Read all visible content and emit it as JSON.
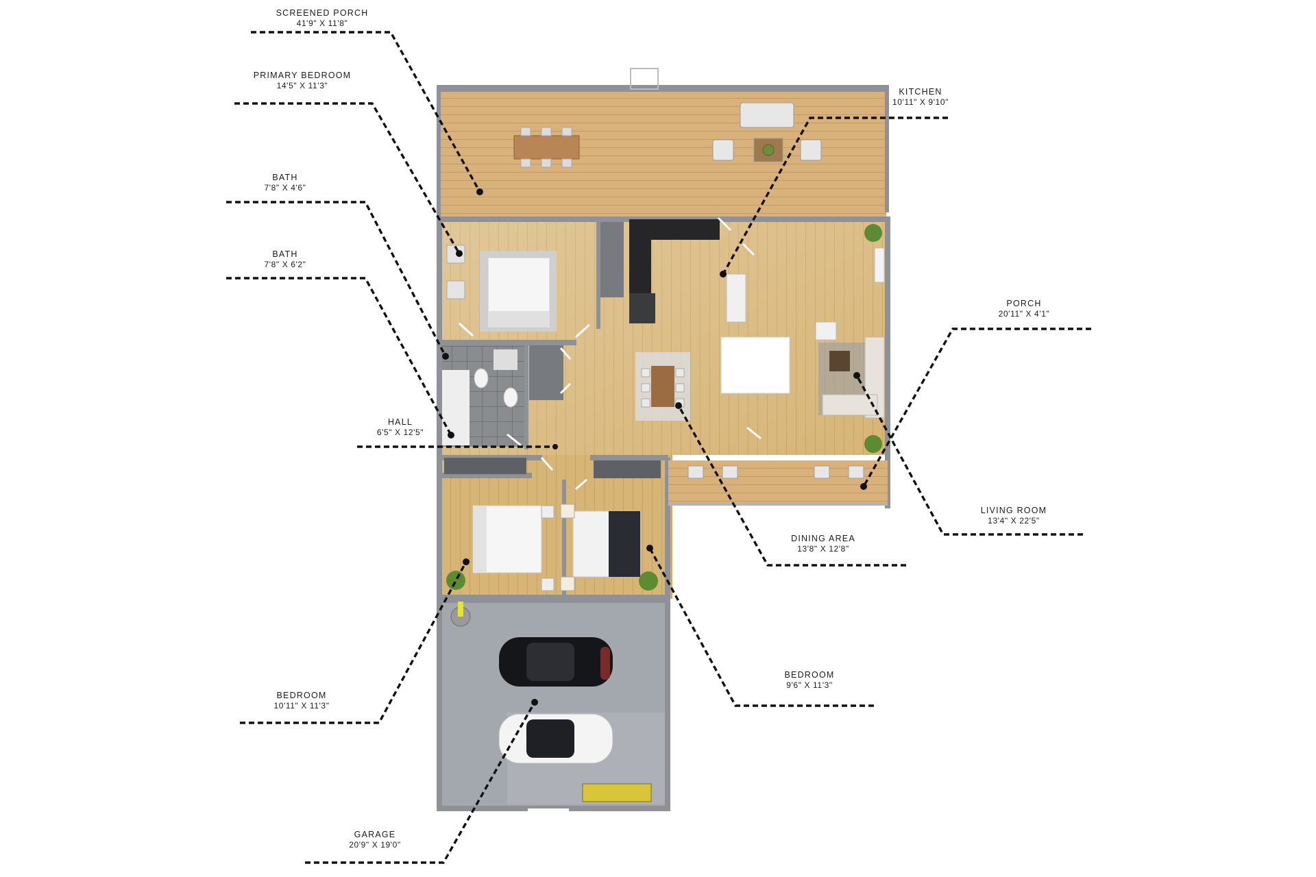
{
  "colors": {
    "deck": "#d8b27a",
    "deck_line": "#c49a5f",
    "floor": "#d7b577",
    "floor_line": "#c8a264",
    "wall": "#8e9196",
    "tile": "#8a8d90",
    "garage": "#a3a8ae",
    "leader": "#111111"
  },
  "rooms": {
    "screened_porch": {
      "name": "SCREENED PORCH",
      "dims": "41'9\" X 11'8\""
    },
    "primary_bedroom": {
      "name": "PRIMARY BEDROOM",
      "dims": "14'5\" X 11'3\""
    },
    "bath_1": {
      "name": "BATH",
      "dims": "7'8\" X 4'6\""
    },
    "bath_2": {
      "name": "BATH",
      "dims": "7'8\" X 6'2\""
    },
    "hall": {
      "name": "HALL",
      "dims": "6'5\" X 12'5\""
    },
    "bedroom_1": {
      "name": "BEDROOM",
      "dims": "10'11\" X 11'3\""
    },
    "garage": {
      "name": "GARAGE",
      "dims": "20'9\" X 19'0\""
    },
    "kitchen": {
      "name": "KITCHEN",
      "dims": "10'11\" X 9'10\""
    },
    "porch": {
      "name": "PORCH",
      "dims": "20'11\" X 4'1\""
    },
    "living_room": {
      "name": "LIVING ROOM",
      "dims": "13'4\" X 22'5\""
    },
    "dining_area": {
      "name": "DINING AREA",
      "dims": "13'8\" X 12'8\""
    },
    "bedroom_2": {
      "name": "BEDROOM",
      "dims": "9'6\" X 11'3\""
    }
  }
}
